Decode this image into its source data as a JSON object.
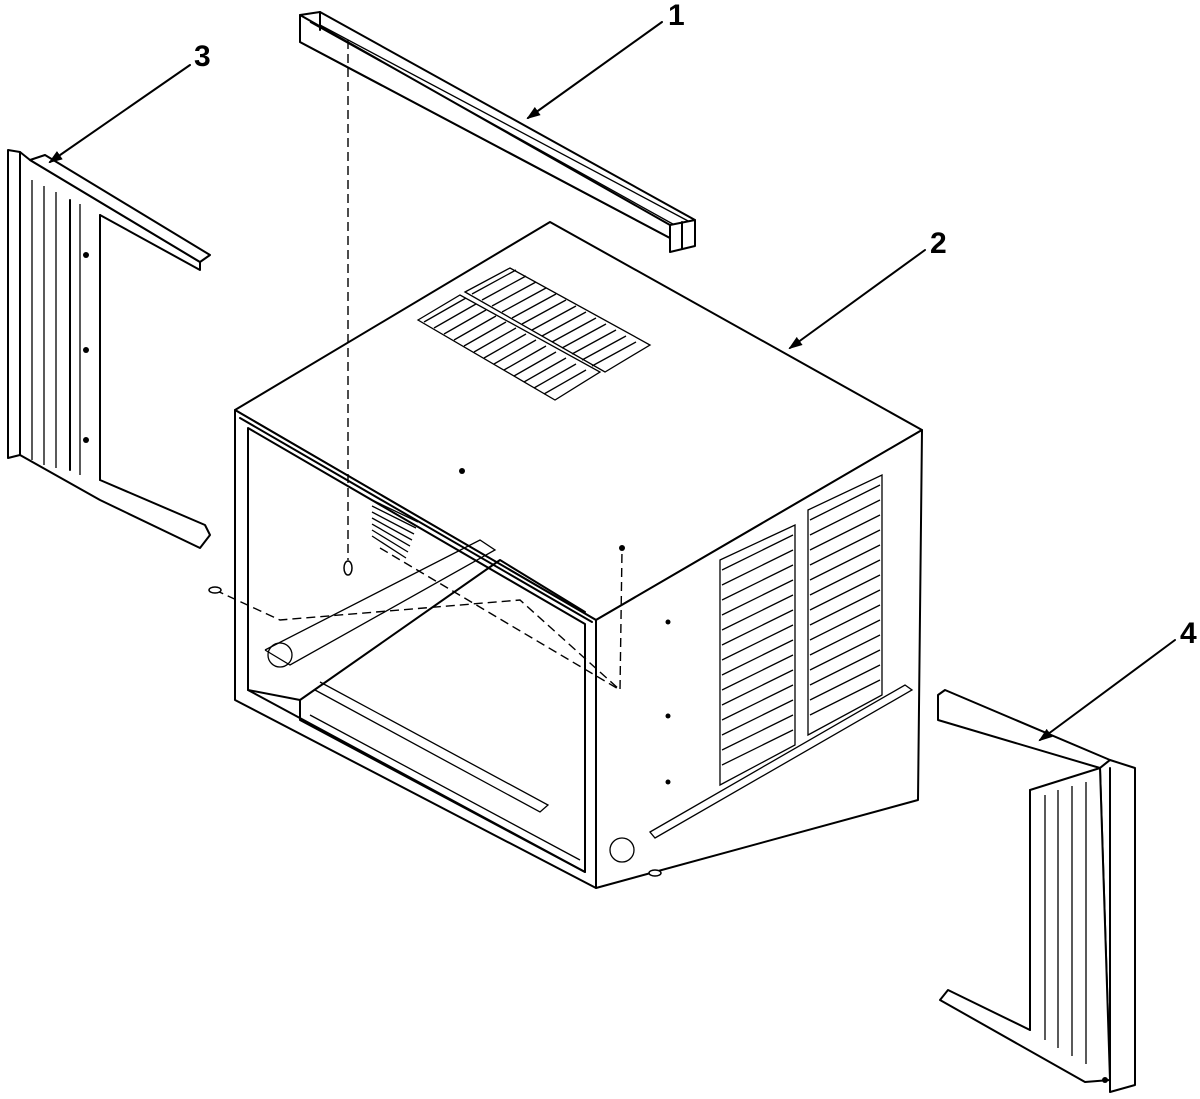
{
  "diagram": {
    "callouts": [
      {
        "id": "1",
        "label": "1"
      },
      {
        "id": "2",
        "label": "2"
      },
      {
        "id": "3",
        "label": "3"
      },
      {
        "id": "4",
        "label": "4"
      }
    ],
    "parts": [
      {
        "callout": "1",
        "icon": "top-rail"
      },
      {
        "callout": "2",
        "icon": "cabinet-sleeve"
      },
      {
        "callout": "3",
        "icon": "left-side-curtain-frame"
      },
      {
        "callout": "4",
        "icon": "right-side-curtain-frame"
      }
    ],
    "colors": {
      "line": "#000000",
      "background": "#ffffff"
    }
  }
}
